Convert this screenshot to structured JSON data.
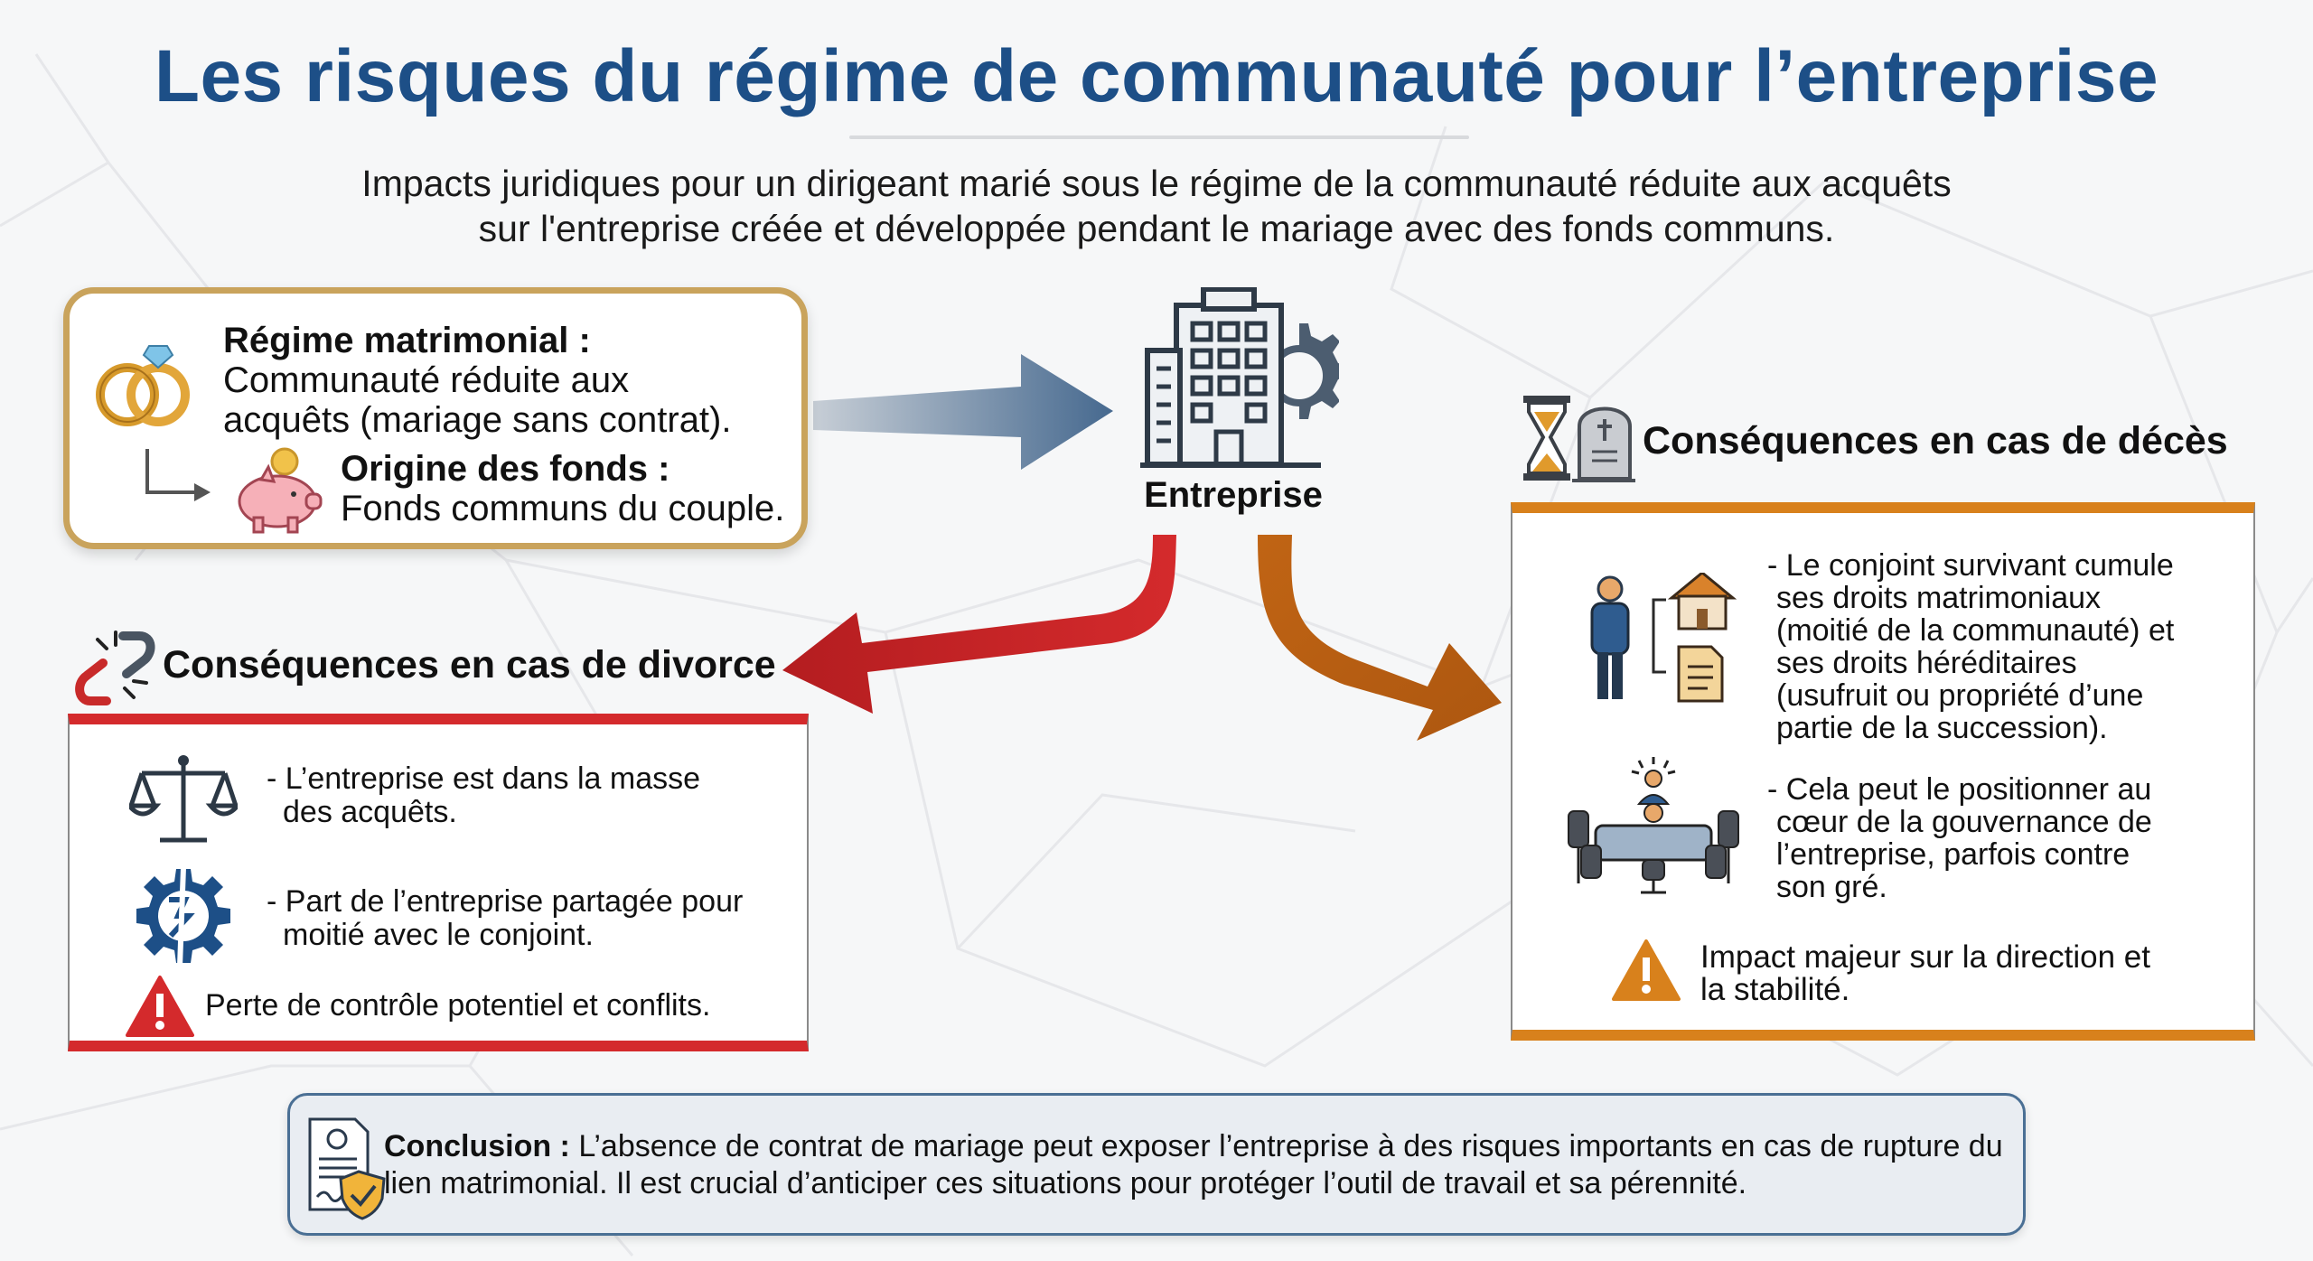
{
  "title": "Les risques du régime de communauté pour l’entreprise",
  "subtitle": {
    "line1": "Impacts juridiques pour un dirigeant marié sous le régime de la communauté réduite aux acquêts",
    "line2": "sur l'entreprise créée et développée pendant le mariage avec des fonds communs."
  },
  "regime": {
    "label": "Régime matrimonial :",
    "line1": "Communauté réduite aux",
    "line2": "acquêts (mariage sans contrat).",
    "funds_label": "Origine des fonds :",
    "funds_text": "Fonds communs du couple."
  },
  "enterprise": {
    "label": "Entreprise"
  },
  "divorce": {
    "title": "Conséquences en cas de divorce",
    "item1_line1": "- L’entreprise est dans la masse",
    "item1_line2": "des acquêts.",
    "item2_line1": "- Part de l’entreprise partagée pour",
    "item2_line2": "moitié avec le conjoint.",
    "warning": "Perte de contrôle potentiel et conflits."
  },
  "deces": {
    "title": "Conséquences en cas de décès",
    "item1": [
      "- Le conjoint survivant cumule",
      "ses droits matrimoniaux",
      "(moitié de la communauté) et",
      "ses droits héréditaires",
      "(usufruit ou propriété d’une",
      "partie de la succession)."
    ],
    "item2": [
      "- Cela peut le positionner au",
      "cœur de la gouvernance de",
      "l’entreprise, parfois contre",
      "son gré."
    ],
    "warning_line1": "Impact majeur sur la direction et",
    "warning_line2": "la stabilité."
  },
  "conclusion": {
    "label": "Conclusion :",
    "line1": "L’absence de contrat de mariage peut exposer l’entreprise à des risques importants en cas de rupture du",
    "line2": "lien matrimonial. Il est crucial d’anticiper ces situations pour protéger l’outil de travail et sa pérennité."
  },
  "colors": {
    "title": "#1d4f87",
    "gold": "#c9a35c",
    "divorce_red": "#d42a2c",
    "deces_orange": "#d8811c",
    "arrow_blue": "#46698f"
  },
  "icons": [
    "wedding-rings-icon",
    "piggy-bank-icon",
    "office-building-gear-icon",
    "broken-chain-icon",
    "scales-icon",
    "split-gear-icon",
    "warning-icon",
    "hourglass-icon",
    "tombstone-icon",
    "person-icon",
    "house-icon",
    "document-icon",
    "meeting-table-icon",
    "certificate-shield-icon"
  ]
}
